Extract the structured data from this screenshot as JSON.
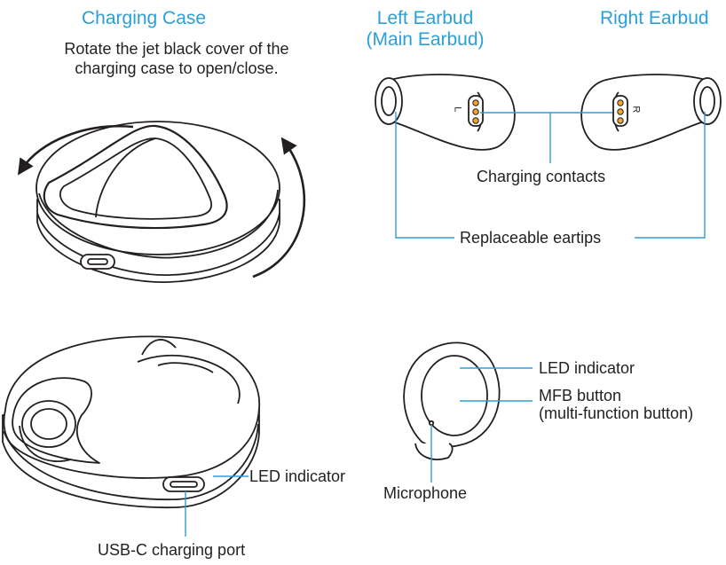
{
  "charging_case": {
    "heading": "Charging Case",
    "instruction_line1": "Rotate the jet black cover of the",
    "instruction_line2": "charging case to open/close.",
    "open_labels": {
      "led": "LED indicator",
      "usb": "USB-C charging port"
    }
  },
  "earbuds": {
    "left_line1": "Left Earbud",
    "left_line2": "(Main Earbud)",
    "right": "Right Earbud",
    "left_mark": "L",
    "right_mark": "R",
    "contacts_label": "Charging contacts",
    "eartips_label": "Replaceable eartips"
  },
  "side_view": {
    "led": "LED indicator",
    "mfb_line1": "MFB button",
    "mfb_line2": "(multi-function button)",
    "microphone": "Microphone"
  },
  "colors": {
    "heading": "#2a9fd8",
    "leader": "#2a9fd8",
    "contact": "#f4a32b",
    "ink": "#231f20"
  }
}
